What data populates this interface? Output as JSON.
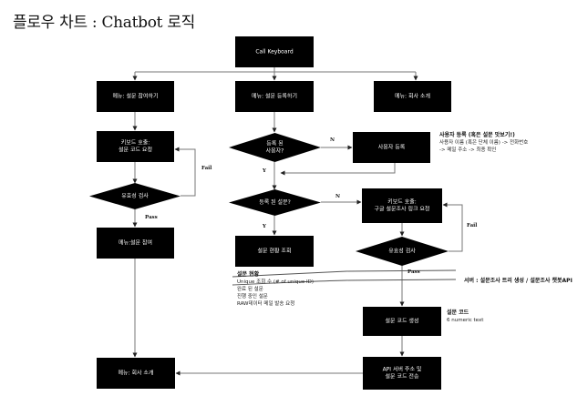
{
  "title": "플로우 차트 : Chatbot 로직",
  "colors": {
    "node_fill": "#000000",
    "node_text": "#ffffff",
    "edge": "#777777",
    "background": "#ffffff"
  },
  "nodes": {
    "call_keyboard": [
      "Call Keyboard"
    ],
    "menu_participate": [
      "메뉴: 설문 참여하기"
    ],
    "menu_register": [
      "메뉴: 설문 등록하기"
    ],
    "menu_company_top": [
      "메뉴: 회사 소개"
    ],
    "keyboard_code_request": [
      "키보드 호출:",
      "설문 코드 요청"
    ],
    "validity_check_left": [
      "유효성 검사"
    ],
    "menu_survey_participate": [
      "메뉴:설문 참여"
    ],
    "registered_user": [
      "등록 된",
      "사용자?"
    ],
    "user_registration": [
      "사용자 등록"
    ],
    "registered_survey": [
      "등록 된 설문?"
    ],
    "survey_status_view": [
      "설문 현황 조회"
    ],
    "keyboard_link_request": [
      "키보드 호출:",
      "구글 설문조사 링크 요청"
    ],
    "validity_check_right": [
      "유효성 검사"
    ],
    "survey_code_generate": [
      "설문 코드 생성"
    ],
    "api_send": [
      "API 서버 주소 및",
      "설문 코드 전송"
    ],
    "menu_company_bottom": [
      "메뉴: 회사 소개"
    ]
  },
  "edge_labels": {
    "fail_left": "Fail",
    "pass_left": "Pass",
    "n_user": "N",
    "y_user": "Y",
    "n_survey": "N",
    "y_survey": "Y",
    "fail_right": "Fail",
    "pass_right": "Pass"
  },
  "notes": {
    "user_registration": {
      "title": "사용자 등록 (혹은 설문 맛보기!)",
      "lines": [
        "사용자 이름 (혹은 단체 이름) -> 전화번호",
        "-> 메일 주소 -> 최종 확인"
      ]
    },
    "survey_status": {
      "title": "설문 현황",
      "lines": [
        "Unique 조회 수 (# of unique ID)",
        "완료 된 설문",
        "진행 중인 설문",
        "RAW데이터 메일 발송 요청"
      ]
    },
    "server": {
      "title": "서버 : 설문조사 트리 생성 / 설문조사 챗봇API"
    },
    "survey_code": {
      "title": "설문 코드",
      "lines": [
        "6 numeric text"
      ]
    }
  }
}
